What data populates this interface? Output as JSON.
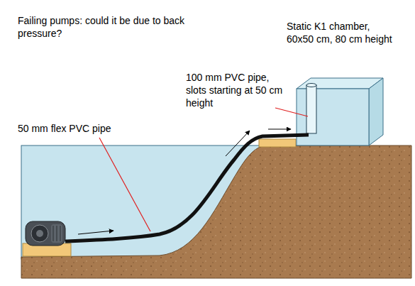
{
  "diagram": {
    "title": "Failing pumps: could it be due to back pressure?",
    "labels": [
      "Static K1 chamber, 60x50 cm, 80 cm height",
      "100 mm PVC pipe, slots starting at 50 cm height",
      "50 mm flex PVC pipe"
    ]
  }
}
